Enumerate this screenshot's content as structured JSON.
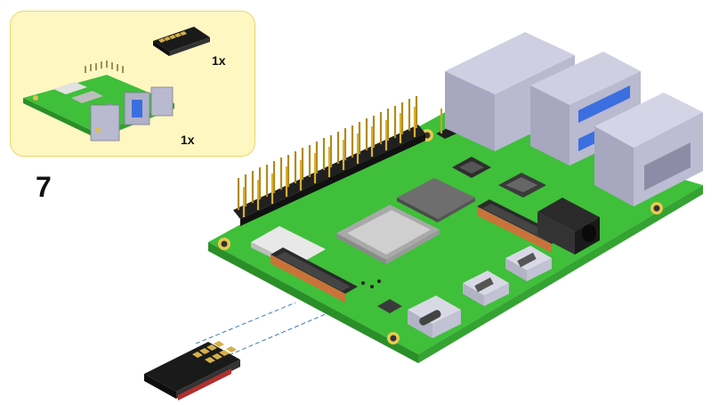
{
  "step_number": "7",
  "parts": [
    {
      "part": "micro-sd-card",
      "quantity": "1x"
    },
    {
      "part": "raspberry-pi-board",
      "quantity": "1x"
    }
  ],
  "colors": {
    "panel_fill": "#fff7c2",
    "panel_border": "#f0d56a",
    "pcb_green": "#3fbf3a",
    "pcb_edge": "#2f9e2d",
    "port_metal": "#b9b9cf",
    "usb_blue": "#3b6fe0",
    "sd_card": "#1c1c1c",
    "gold_pin": "#c9a227"
  }
}
